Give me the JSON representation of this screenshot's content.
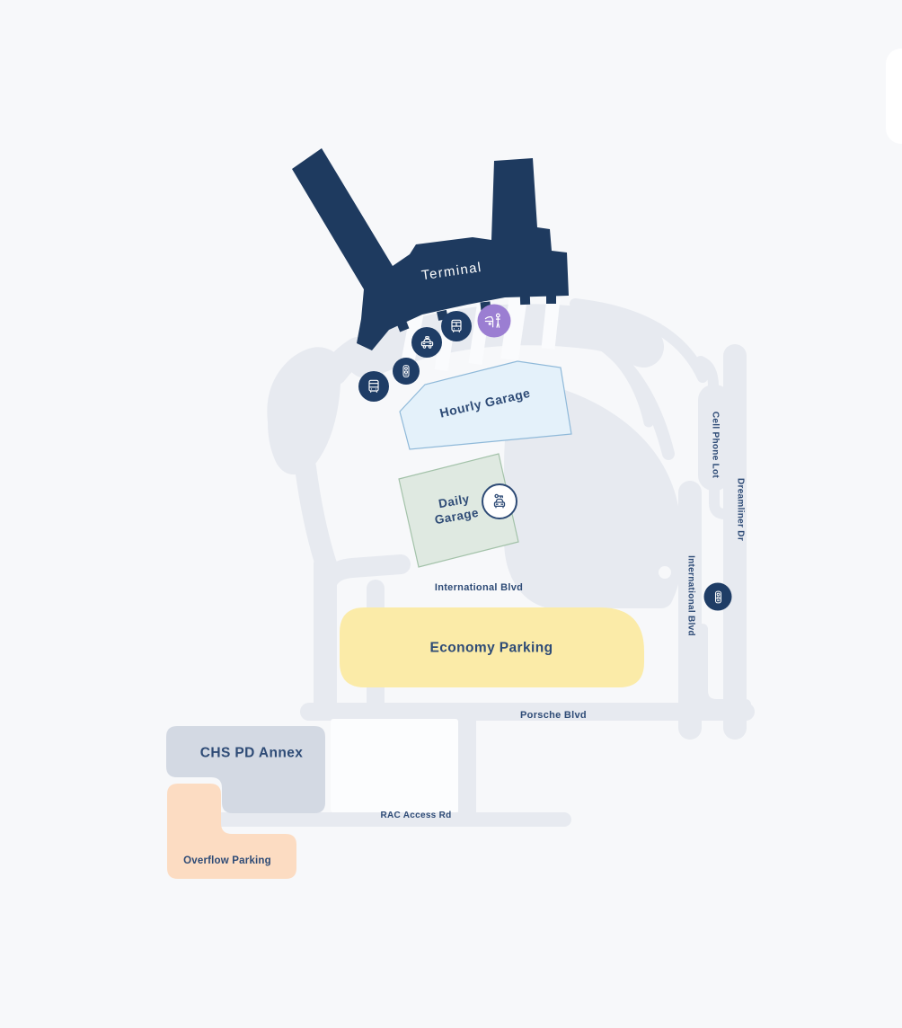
{
  "map": {
    "name": "Airport terminal and parking map",
    "terminal": {
      "label": "Terminal",
      "fill": "#1e3a5f",
      "text_color": "#ffffff"
    },
    "garages": {
      "hourly": {
        "label": "Hourly Garage",
        "fill": "#e4f1fa",
        "border": "#8fb9d9"
      },
      "daily": {
        "label_line1": "Daily",
        "label_line2": "Garage",
        "fill": "#dfe9e1",
        "border": "#a3c2a9"
      }
    },
    "parking": {
      "economy": {
        "label": "Economy Parking",
        "fill": "#fbeba8"
      },
      "overflow": {
        "label": "Overflow Parking",
        "fill": "#fcdcc2"
      }
    },
    "buildings": {
      "chs_pd_annex": {
        "label": "CHS PD Annex",
        "fill": "#d3d9e3"
      }
    },
    "roads": {
      "international_blvd_horizontal": {
        "label": "International Blvd"
      },
      "international_blvd_vertical": {
        "label": "International Blvd"
      },
      "porsche_blvd": {
        "label": "Porsche Blvd"
      },
      "rac_access_rd": {
        "label": "RAC Access Rd"
      },
      "dreamliner_dr": {
        "label": "Dreamliner Dr"
      },
      "cell_phone_lot": {
        "label": "Cell Phone Lot"
      },
      "road_color": "#e7eaf0"
    },
    "markers": [
      {
        "icon": "shuttle-bus-icon",
        "style": "navy"
      },
      {
        "icon": "key-fob-icon",
        "style": "navy"
      },
      {
        "icon": "taxi-icon",
        "style": "navy"
      },
      {
        "icon": "bus-icon",
        "style": "navy"
      },
      {
        "icon": "rideshare-pickup-icon",
        "style": "purple"
      },
      {
        "icon": "rental-car-key-icon",
        "style": "outline"
      },
      {
        "icon": "key-fob-icon",
        "style": "navy"
      }
    ],
    "colors": {
      "background": "#f7f8fa",
      "navy": "#1e3a5f",
      "label_text": "#2e4b76",
      "purple": "#9b7ed2",
      "road": "#e7eaf0"
    }
  }
}
